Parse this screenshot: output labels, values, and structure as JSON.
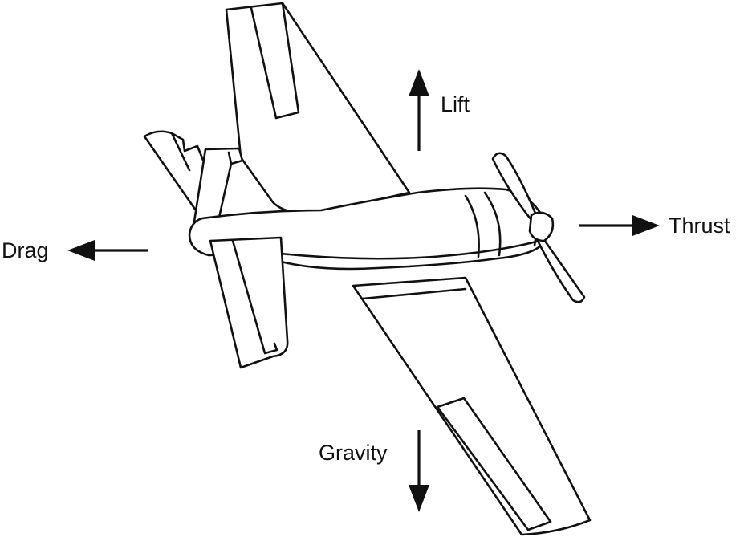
{
  "forces": {
    "lift": "Lift",
    "thrust": "Thrust",
    "drag": "Drag",
    "gravity": "Gravity"
  },
  "colors": {
    "ink": "#111111",
    "background": "#ffffff"
  }
}
